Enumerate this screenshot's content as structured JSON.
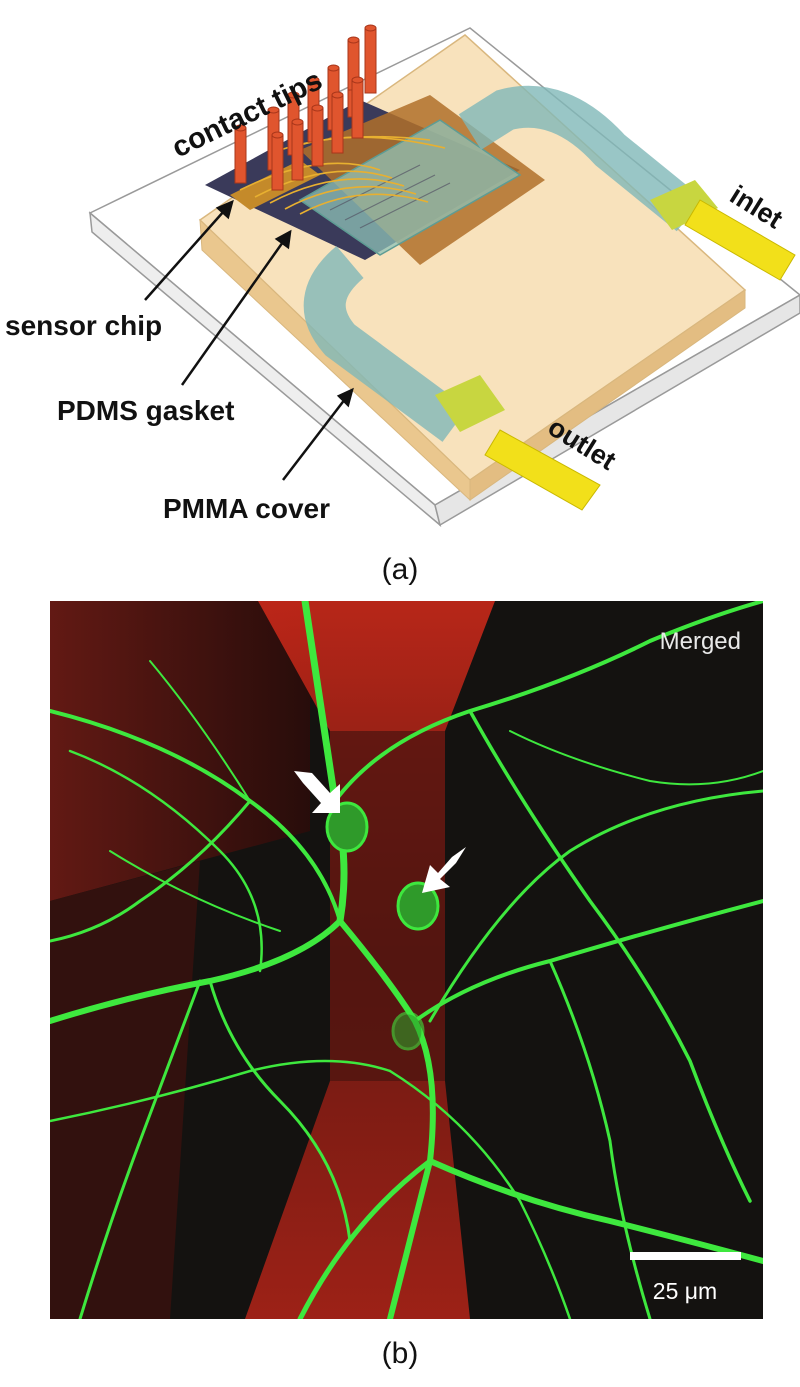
{
  "figure_a": {
    "labels": {
      "contact_tips": "contact tips",
      "inlet": "inlet",
      "outlet": "outlet",
      "sensor_chip": "sensor chip",
      "pdms_gasket": "PDMS gasket",
      "pmma_cover": "PMMA cover"
    },
    "colors": {
      "pmma": "#f7ddb0",
      "tube": "#7fb8b8",
      "tips": "#e0552e",
      "ports": "#f2e01a",
      "chip": "#3a3a5a"
    },
    "caption": "(a)"
  },
  "figure_b": {
    "label": "Merged",
    "scale_bar": "25 μm",
    "colors": {
      "background": "#0d0d0d",
      "red_channel": "#c0261a",
      "green_channel": "#3ee83e",
      "arrow": "#ffffff"
    },
    "caption": "(b)"
  }
}
